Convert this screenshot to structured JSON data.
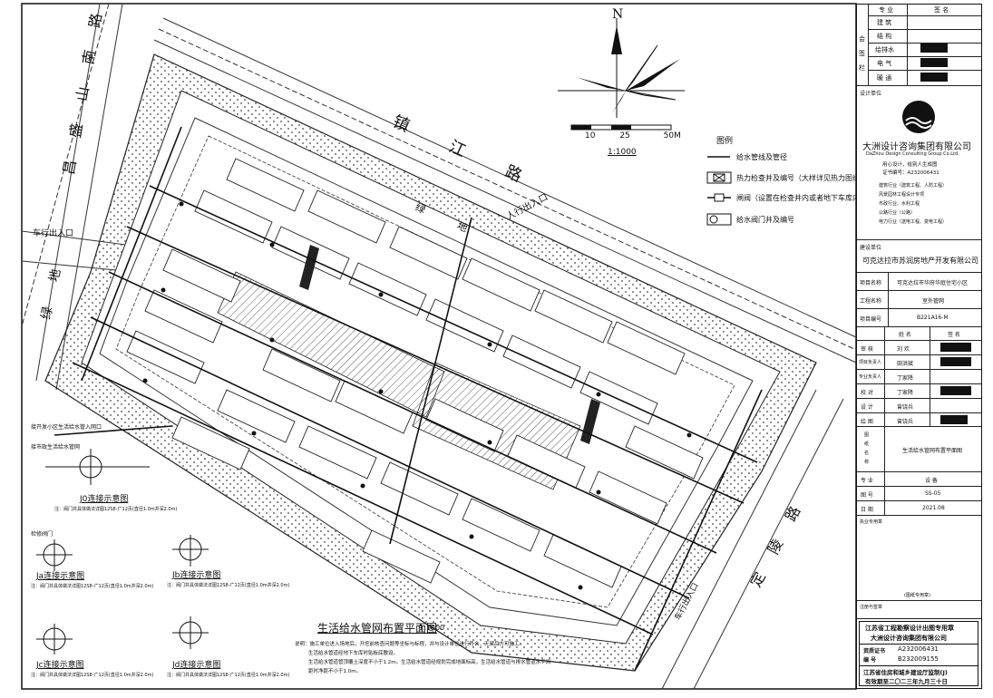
{
  "title_block": {
    "discipline_header": {
      "col1": "专 业",
      "col2": "签 名"
    },
    "countersign_label": "会 签 栏",
    "countersign_rows": [
      {
        "discipline": "建 筑"
      },
      {
        "discipline": "结 构"
      },
      {
        "discipline": "给排水"
      },
      {
        "discipline": "电 气"
      },
      {
        "discipline": "暖 通"
      }
    ],
    "design_unit_label": "设计单位",
    "company_cn": "大洲设计咨询集团有限公司",
    "company_en": "DaZhou Design Consulting Group Co.Ltd",
    "motto": "用心设计，给别人生成图",
    "cert_line": "证书编号：A232006431",
    "qualifications": [
      "建筑行业（建筑工程、人防工程）",
      "风景园林工程设计专项",
      "市政行业、水利工程",
      "公路行业（公路）",
      "电力行业（送电工程、变电工程）"
    ],
    "client_label": "建设单位",
    "client": "可克达拉市苏润房地产开发有限公司",
    "project_name_label": "项目名称",
    "project_name": "可克达拉市华府华庭住宅小区",
    "work_name_label": "工程名称",
    "work_name": "室外管网",
    "project_no_label": "项目编号",
    "project_no": "B221A16-M",
    "staff_header": {
      "name": "姓 名",
      "sign": "签 名"
    },
    "staff": [
      {
        "role": "审 核",
        "name": "刘 欢"
      },
      {
        "role": "项目负责人",
        "name": "田洪斌"
      },
      {
        "role": "专业负责人",
        "name": "丁家降"
      },
      {
        "role": "校 对",
        "name": "丁家降"
      },
      {
        "role": "设 计",
        "name": "曾饶兵"
      },
      {
        "role": "绘 图",
        "name": "曾饶兵"
      }
    ],
    "drawing_title_label": "图 纸 名 称",
    "drawing_title": "生活给水管网布置平面图",
    "discipline_label": "专 业",
    "discipline": "设 备",
    "sheet_no_label": "图 号",
    "sheet_no": "SS-05",
    "date_label": "日 期",
    "date": "2021.08",
    "seal_area_label": "执业专用章",
    "seal_note": "(图纸专用章)",
    "registered_label": "注册与签章",
    "approval_line1": "江苏省工程勘察设计出图专用章",
    "approval_line2": "大洲设计咨询集团有限公司",
    "cert_label_1": "资质证书",
    "cert_no_1": "A232006431",
    "cert_label_2": "编 号",
    "cert_no_2": "B232009155",
    "approval_line3": "江苏省住房和城乡建设厅监制(J)",
    "validity": "有效期至二〇二三年九月三十日"
  },
  "map": {
    "north": "N",
    "scale_ticks": [
      "10",
      "25",
      "50M"
    ],
    "scale": "1:1000",
    "road_north": "镇 江 路",
    "road_west": "昌 盛 山 南 路",
    "road_east": "定 陵 路",
    "road_southwest": "绿 地",
    "entrance_car_west": "车行出入口",
    "entrance_people_north": "人行出入口",
    "entrance_car_east": "车行出入口",
    "green_label": "绿 地"
  },
  "legend": {
    "title": "图例",
    "items": [
      {
        "text": "给水管线及管径",
        "icon": "line-icon"
      },
      {
        "text": "热力检查井及编号（大样详见热力图纸）",
        "icon": "box-x-icon"
      },
      {
        "text": "闸阀（设置在检查井内或者地下车库内）",
        "icon": "gate-valve-icon"
      },
      {
        "text": "给水阀门井及编号",
        "icon": "valve-well-icon"
      }
    ]
  },
  "details": {
    "j0_title": "J0连接示意图",
    "j0_note": "注：阀门井具体做法详图12S8-广12页(直径1.0m井深2.0m)",
    "ja_title": "Ja连接示意图",
    "ja_note": "注：阀门井具体做法详图12S8-广12页(直径1.0m井深2.0m)",
    "jb_title": "Jb连接示意图",
    "jb_note": "注：阀门井具体做法详图12S8-广12页(直径1.0m井深2.0m)",
    "jc_title": "Jc连接示意图",
    "jc_note": "注：阀门井具体做法详图12S8-广12页(直径1.0m井深2.0m)",
    "jd_title": "Jd连接示意图",
    "jd_note": "注：阀门井具体做法详图12S8-广12页(直径1.0m井深2.0m)",
    "pipe_label_1": "接开发小区生活给水管入网口",
    "pipe_label_2": "接市政生活给水管网",
    "well_label": "检修阀门"
  },
  "main_title": "生活给水管网布置平面图",
  "main_scale": "1:1000",
  "notes": [
    "说明：施工单位进入场地后，开挖前核查问题等坐标与标程，并与设计单位进行符合，无误后方可施工。",
    "生活给水管道经地下车库时贴板底敷设。",
    "生活给水管道管顶覆土深度不小于1.2m。生活给水管道经规划完成地面标高，生活给水管道与排水管道水平间",
    "距时净距不小于1.0m。"
  ]
}
